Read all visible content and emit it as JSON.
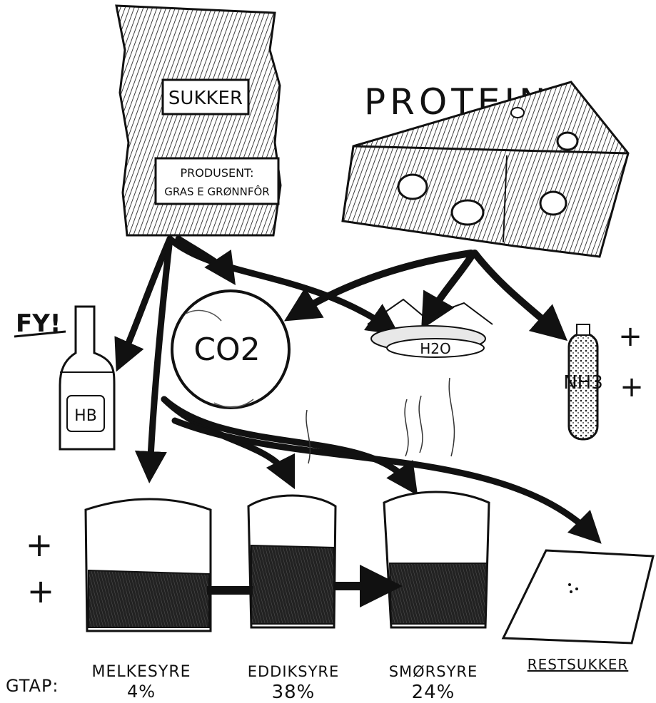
{
  "sugar_bag": {
    "label": "SUKKER",
    "producer_line1": "PRODUSENT:",
    "producer_line2": "GRAS E GRØNNFÔR"
  },
  "protein": {
    "label": "PROTEIN"
  },
  "warning": {
    "label": "FY!"
  },
  "bottle": {
    "label": "HB"
  },
  "co2": {
    "label": "CO2"
  },
  "water": {
    "label": "H2O"
  },
  "ammonia": {
    "label": "NH3"
  },
  "plus_sign": "+",
  "products": [
    {
      "name": "MELKESYRE",
      "percent": "4%"
    },
    {
      "name": "EDDIKSYRE",
      "percent": "38%"
    },
    {
      "name": "SMØRSYRE",
      "percent": "24%"
    },
    {
      "name": "RESTSUKKER",
      "percent": ""
    }
  ],
  "loss_label": "GTAP:"
}
